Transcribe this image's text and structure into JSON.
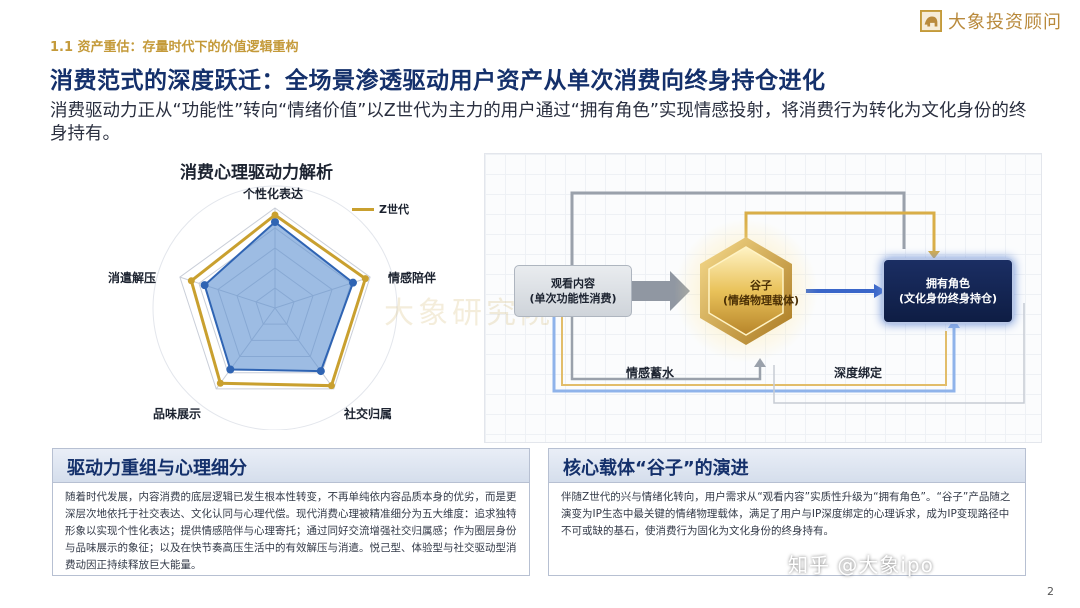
{
  "header": {
    "breadcrumb": "1.1 资产重估：存量时代下的价值逻辑重构",
    "title": "消费范式的深度跃迁：全场景渗透驱动用户资产从单次消费向终身持仓进化",
    "subtitle": "消费驱动力正从“功能性”转向“情绪价值”以Z世代为主力的用户通过“拥有角色”实现情感投射，将消费行为转化为文化身份的终身持有。",
    "brand": "大象投资顾问"
  },
  "radar": {
    "title": "消费心理驱动力解析",
    "legend": "Z世代",
    "axes": [
      "个性化表达",
      "情感陪伴",
      "社交归属",
      "品味展示",
      "消遣解压"
    ]
  },
  "chart_data": {
    "type": "radar",
    "title": "消费心理驱动力解析",
    "axes": [
      "个性化表达",
      "情感陪伴",
      "社交归属",
      "品味展示",
      "消遣解压"
    ],
    "series": [
      {
        "name": "Z世代",
        "values": [
          0.93,
          0.95,
          0.96,
          0.93,
          0.88
        ]
      },
      {
        "values": [
          0.86,
          0.82,
          0.78,
          0.76,
          0.74
        ]
      }
    ],
    "levels": 5,
    "colors": {
      "zgen": "#c9a02f",
      "fill": "#5b8fd0",
      "stroke": "#2f64b3"
    }
  },
  "diagram": {
    "watch_line1": "观看内容",
    "watch_line2": "(单次功能性消费)",
    "guzi_line1": "谷子",
    "guzi_line2": "(情绪物理载体)",
    "role_line1": "拥有角色",
    "role_line2": "(文化身份终身持仓)",
    "label_left": "情感蓄水",
    "label_right": "深度绑定",
    "background_mark": "大象研究院"
  },
  "card_left": {
    "title": "驱动力重组与心理细分",
    "body": "随着时代发展，内容消费的底层逻辑已发生根本性转变，不再单纯依内容品质本身的优劣，而是更深层次地依托于社交表达、文化认同与心理代偿。现代消费心理被精准细分为五大维度：追求独特形象以实现个性化表达；提供情感陪伴与心理寄托；通过同好交流增强社交归属感；作为圈层身份与品味展示的象征；以及在快节奏高压生活中的有效解压与消遣。悦己型、体验型与社交驱动型消费动因正持续释放巨大能量。"
  },
  "card_right": {
    "title": "核心载体“谷子”的演进",
    "body": "伴随Z世代的兴与情绪化转向，用户需求从“观看内容”实质性升级为“拥有角色”。“谷子”产品随之演变为IP生态中最关键的情绪物理载体，满足了用户与IP深度绑定的心理诉求，成为IP变现路径中不可或缺的基石，使消费行为固化为文化身份的终身持有。"
  },
  "footer": {
    "page_number": "2",
    "watermark": "知乎 @大象ipo"
  }
}
